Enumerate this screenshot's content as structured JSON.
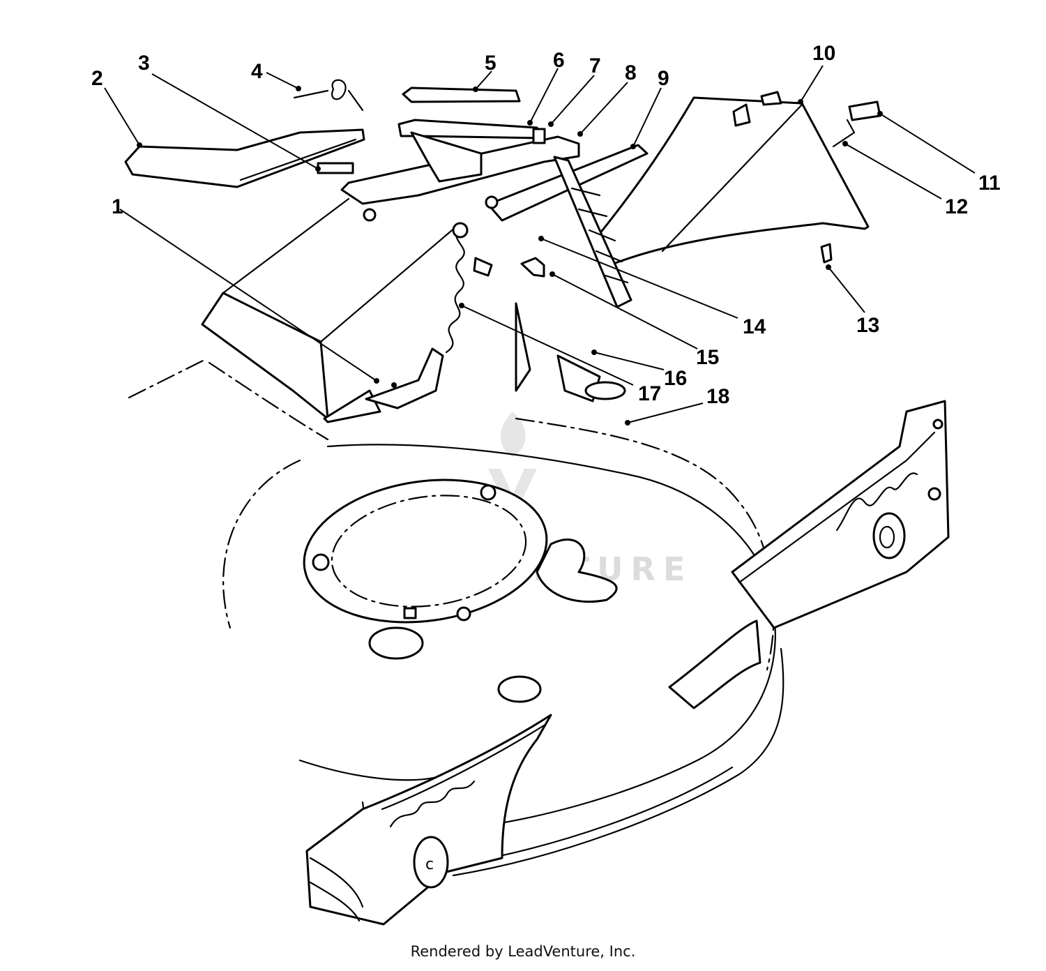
{
  "diagram": {
    "callouts": [
      "1",
      "2",
      "3",
      "4",
      "5",
      "6",
      "7",
      "8",
      "9",
      "10",
      "11",
      "12",
      "13",
      "14",
      "15",
      "16",
      "17",
      "18"
    ],
    "watermark": "LEADVENTURE"
  },
  "footer": {
    "credit": "Rendered by LeadVenture, Inc."
  }
}
